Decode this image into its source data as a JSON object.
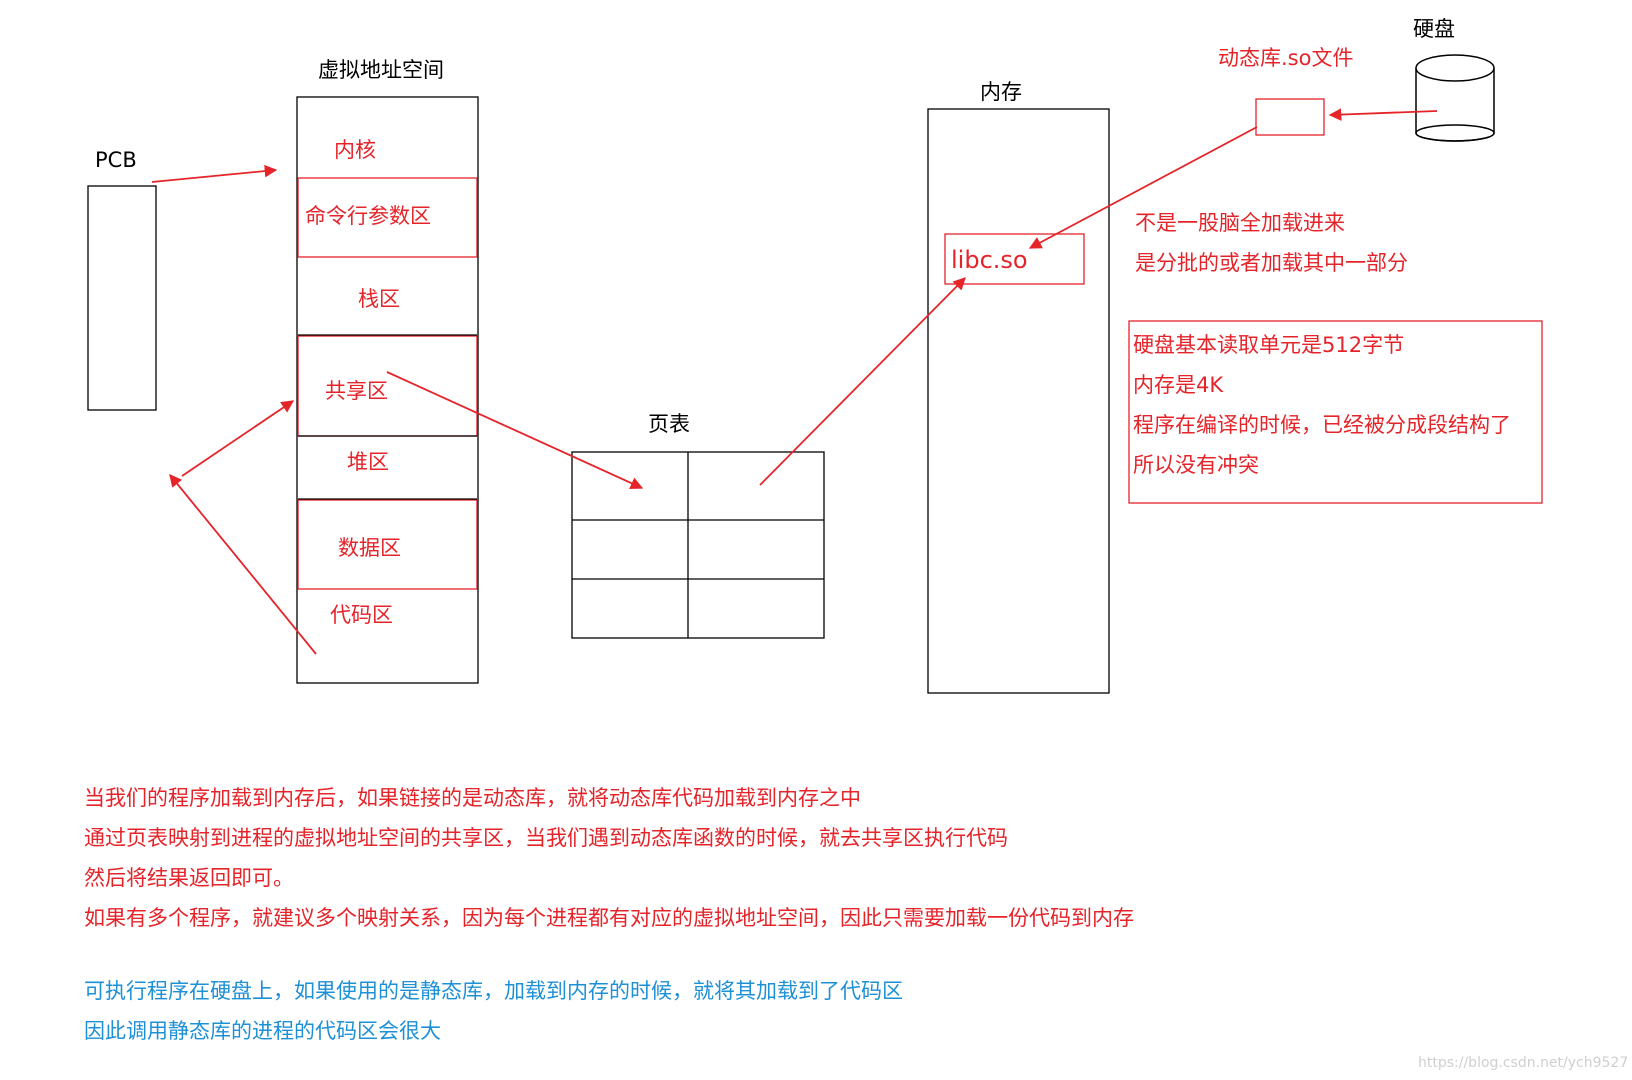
{
  "pcb": {
    "label": "PCB"
  },
  "virtual_space": {
    "title": "虚拟地址空间",
    "segments": [
      "内核",
      "命令行参数区",
      "栈区",
      "共享区",
      "堆区",
      "数据区",
      "代码区"
    ]
  },
  "page_table": {
    "title": "页表"
  },
  "memory": {
    "title": "内存",
    "lib_label": "libc.so"
  },
  "disk": {
    "title": "硬盘",
    "so_file_label": "动态库.so文件"
  },
  "load_note": {
    "lines": [
      "不是一股脑全加载进来",
      "是分批的或者加载其中一部分"
    ]
  },
  "disk_note": {
    "lines": [
      "硬盘基本读取单元是512字节",
      "内存是4K",
      "程序在编译的时候，已经被分成段结构了",
      "所以没有冲突"
    ]
  },
  "explanation_red": {
    "lines": [
      "当我们的程序加载到内存后，如果链接的是动态库，就将动态库代码加载到内存之中",
      "通过页表映射到进程的虚拟地址空间的共享区，当我们遇到动态库函数的时候，就去共享区执行代码",
      "然后将结果返回即可。",
      "如果有多个程序，就建议多个映射关系，因为每个进程都有对应的虚拟地址空间，因此只需要加载一份代码到内存"
    ]
  },
  "explanation_blue": {
    "lines": [
      "可执行程序在硬盘上，如果使用的是静态库，加载到内存的时候，就将其加载到了代码区",
      "因此调用静态库的进程的代码区会很大"
    ]
  },
  "watermark": "https://blog.csdn.net/ych9527",
  "colors": {
    "red": "#e5242a",
    "blue": "#1e90d6",
    "black": "#000000"
  }
}
